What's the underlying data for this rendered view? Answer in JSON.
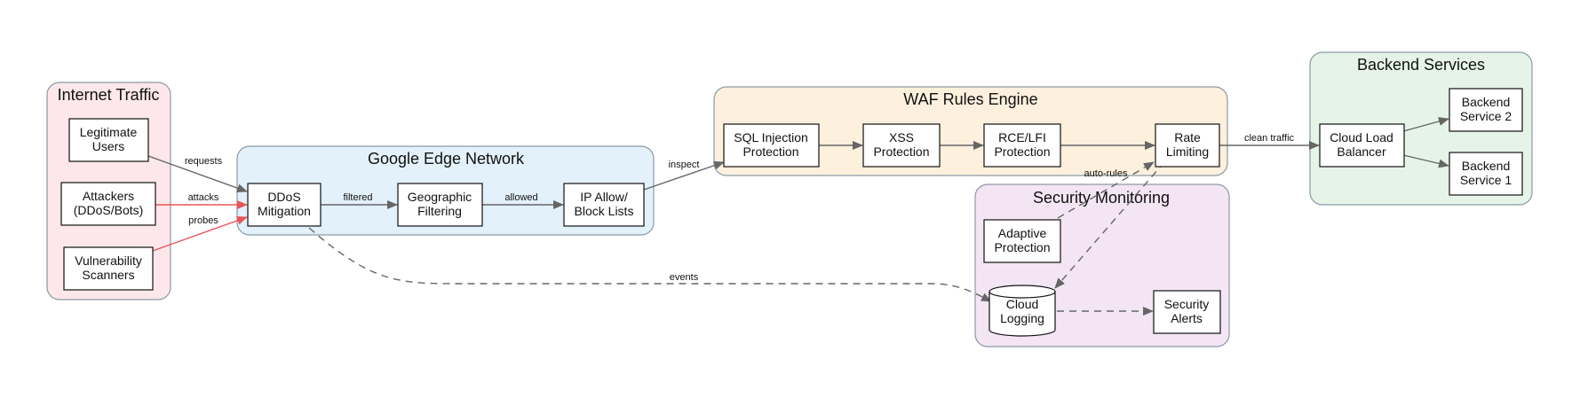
{
  "clusters": {
    "internet": {
      "label": "Internet Traffic",
      "color": "#fde7ea"
    },
    "edge": {
      "label": "Google Edge Network",
      "color": "#e3f1fb"
    },
    "waf": {
      "label": "WAF Rules Engine",
      "color": "#fdf0dd"
    },
    "monitoring": {
      "label": "Security Monitoring",
      "color": "#f3e5f4"
    },
    "backend": {
      "label": "Backend Services",
      "color": "#e6f4e7"
    }
  },
  "nodes": {
    "legit": [
      "Legitimate",
      "Users"
    ],
    "attackers": [
      "Attackers",
      "(DDoS/Bots)"
    ],
    "vuln": [
      "Vulnerability",
      "Scanners"
    ],
    "ddos": [
      "DDoS",
      "Mitigation"
    ],
    "geo": [
      "Geographic",
      "Filtering"
    ],
    "ipallow": [
      "IP Allow/",
      "Block Lists"
    ],
    "sqli": [
      "SQL Injection",
      "Protection"
    ],
    "xss": [
      "XSS",
      "Protection"
    ],
    "rce": [
      "RCE/LFI",
      "Protection"
    ],
    "rate": [
      "Rate",
      "Limiting"
    ],
    "adaptive": [
      "Adaptive",
      "Protection"
    ],
    "logging": [
      "Cloud",
      "Logging"
    ],
    "alerts": [
      "Security",
      "Alerts"
    ],
    "lb": [
      "Cloud Load",
      "Balancer"
    ],
    "be2": [
      "Backend",
      "Service 2"
    ],
    "be1": [
      "Backend",
      "Service 1"
    ]
  },
  "edges": {
    "requests": "requests",
    "attacks": "attacks",
    "probes": "probes",
    "filtered": "filtered",
    "allowed": "allowed",
    "inspect": "inspect",
    "clean_traffic": "clean traffic",
    "auto_rules": "auto-rules",
    "events": "events"
  },
  "colors": {
    "edge": "#666666",
    "attack_edge": "#e8555a",
    "cluster_border": "#8a9aa8"
  }
}
